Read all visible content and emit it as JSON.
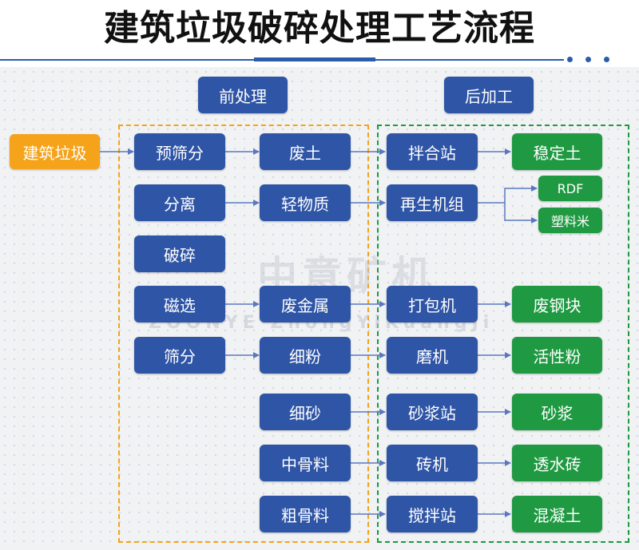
{
  "header": {
    "title": "建筑垃圾破碎处理工艺流程"
  },
  "sections": {
    "pre": "前处理",
    "post": "后加工"
  },
  "source": "建筑垃圾",
  "pre_steps": [
    "预筛分",
    "分离",
    "破碎",
    "磁选",
    "筛分"
  ],
  "intermediates": [
    "废土",
    "轻物质",
    "废金属",
    "细粉",
    "细砂",
    "中骨料",
    "粗骨料"
  ],
  "processes": [
    "拌合站",
    "再生机组",
    "打包机",
    "磨机",
    "砂浆站",
    "砖机",
    "搅拌站"
  ],
  "products": [
    "稳定土",
    "RDF",
    "塑料米",
    "废钢块",
    "活性粉",
    "砂浆",
    "透水砖",
    "混凝土"
  ],
  "watermark": {
    "cn": "中意矿机",
    "en": "ZOONYE  ZhongYiKuangJi"
  },
  "colors": {
    "node_blue": "#2f55a6",
    "node_green": "#1f9a42",
    "node_orange": "#f5a31a",
    "pre_border": "#f5a31a",
    "post_border": "#1f9a42",
    "connector": "#5a78c0"
  }
}
